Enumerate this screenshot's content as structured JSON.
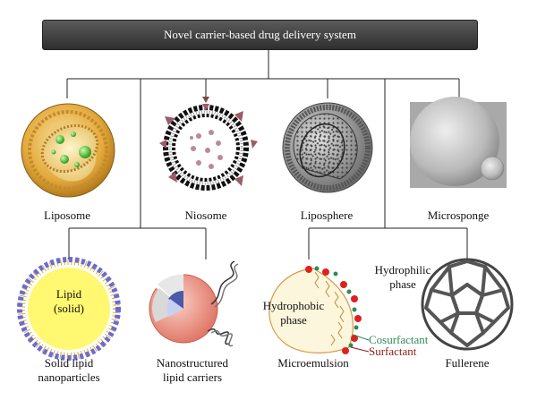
{
  "title": "Novel carrier-based drug delivery system",
  "carriers_top": [
    {
      "label": "Liposome"
    },
    {
      "label": "Niosome"
    },
    {
      "label": "Liposphere"
    },
    {
      "label": "Microsponge"
    }
  ],
  "carriers_bottom": [
    {
      "label_line1": "Solid lipid",
      "label_line2": "nanoparticles",
      "inner_line1": "Lipid",
      "inner_line2": "(solid)"
    },
    {
      "label_line1": "Nanostructured",
      "label_line2": "lipid carriers"
    },
    {
      "label": "Microemulsion",
      "hydrophilic_line1": "Hydrophilic",
      "hydrophilic_line2": "phase",
      "hydrophobic_line1": "Hydrophobic",
      "hydrophobic_line2": "phase",
      "cosurfactant": "Cosurfactant",
      "surfactant": "Surfactant"
    },
    {
      "label": "Fullerene"
    }
  ],
  "colors": {
    "header_bg": "#3c3c3c",
    "liposome": "#d9a23a",
    "sln_core": "#fff870",
    "sln_head": "#6a6ad8",
    "cosurfactant": "#2e8b57",
    "surfactant": "#8b1a1a",
    "micro_head": "#e02020"
  }
}
